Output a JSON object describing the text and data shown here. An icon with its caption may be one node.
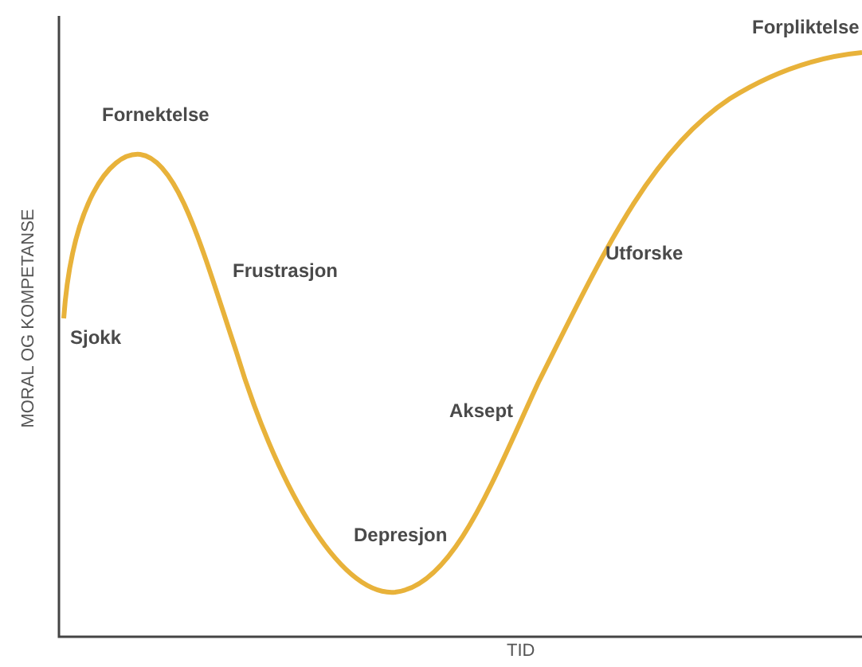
{
  "diagram": {
    "labels": [
      "Forpliktelse",
      "Fornektelse",
      "Frustrasjon",
      "Sjokk",
      "Utforske",
      "Aksept",
      "Depresjon",
      "MORAL OG KOMPETANSE",
      "TID"
    ]
  }
}
